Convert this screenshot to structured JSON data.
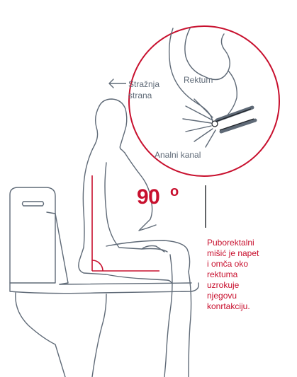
{
  "labels": {
    "angle": "90",
    "angle_degree_mark": "o",
    "rektum": "Rektum",
    "back_line1": "Stražnja",
    "back_line2": "strana",
    "anal_canal": "Analni kanal"
  },
  "caption_lines": [
    "Puborektalni",
    "mišić je napet",
    "i omča oko",
    "rektuma",
    "uzrokuje",
    "njegovu",
    "konrtakciju."
  ],
  "colors": {
    "accent": "#c8102e",
    "outline": "#5f6a77",
    "dark": "#1f2328"
  },
  "icons": {
    "back_arrow": "left-arrow-icon"
  }
}
